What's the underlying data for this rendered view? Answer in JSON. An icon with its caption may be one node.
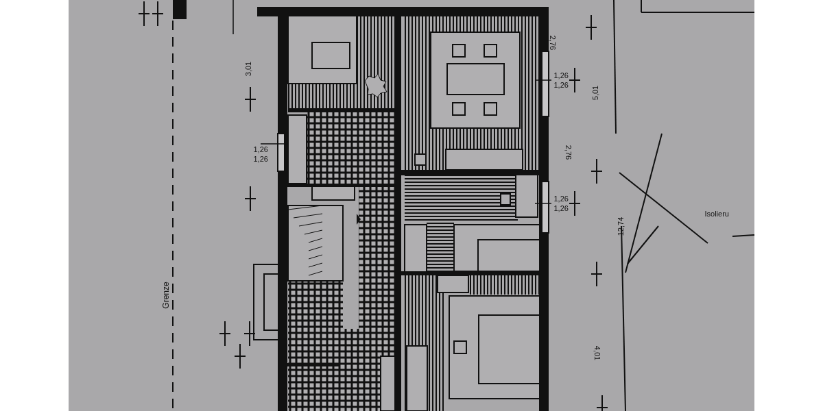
{
  "diagram": {
    "labels": [
      "2,76",
      "3,01",
      "1,26",
      "1,26",
      "1,26",
      "1,26",
      "5,01",
      "2,76",
      "1,26",
      "1,26",
      "Isolieru",
      "12,74",
      "Grenze",
      "4,01"
    ]
  }
}
